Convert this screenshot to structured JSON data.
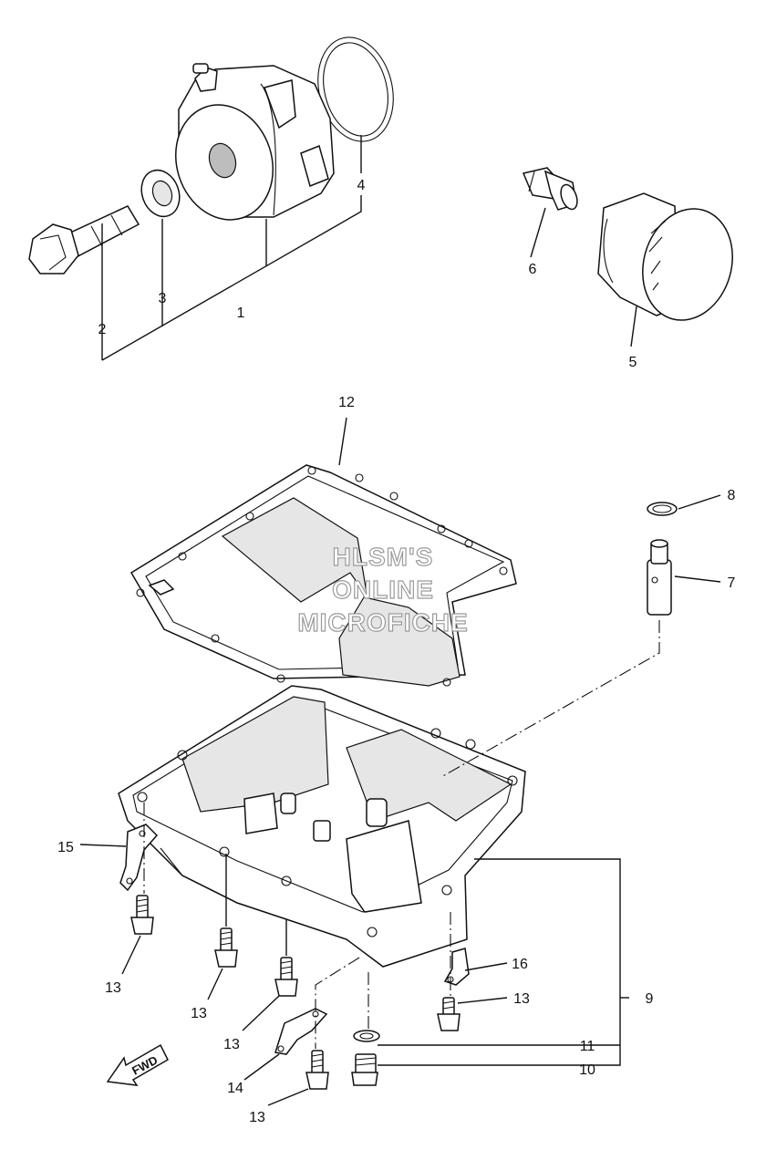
{
  "callouts": {
    "c1": "1",
    "c2": "2",
    "c3": "3",
    "c4": "4",
    "c5": "5",
    "c6": "6",
    "c7": "7",
    "c8": "8",
    "c9": "9",
    "c10": "10",
    "c11": "11",
    "c12": "12",
    "c13a": "13",
    "c13b": "13",
    "c13c": "13",
    "c13d": "13",
    "c13e": "13",
    "c14": "14",
    "c15": "15",
    "c16": "16"
  },
  "watermark": {
    "line1": "HLSM'S",
    "line2": "ONLINE",
    "line3": "MICROFICHE"
  },
  "fwd_label": "FWD"
}
